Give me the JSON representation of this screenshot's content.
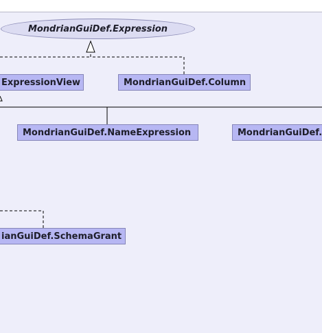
{
  "diagram": {
    "interface_node": {
      "label": "MondrianGuiDef.Expression"
    },
    "classes": {
      "expression_view": {
        "label": "ExpressionView"
      },
      "column": {
        "label": "MondrianGuiDef.Column"
      },
      "name_expression": {
        "label": "MondrianGuiDef.NameExpression"
      },
      "partial_right": {
        "label": "MondrianGuiDef."
      },
      "schema_grant": {
        "label": "ianGuiDef.SchemaGrant"
      }
    }
  },
  "colors": {
    "canvas": "#eeeefa",
    "class_fill": "#b7b7f3",
    "interface_fill": "#dcdcf2",
    "edge": "#000000"
  }
}
